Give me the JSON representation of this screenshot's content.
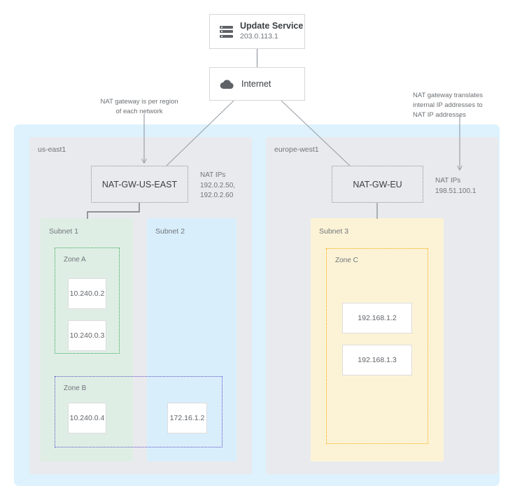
{
  "nodes": {
    "update_service": {
      "title": "Update Service",
      "ip": "203.0.113.1",
      "icon": "server-stack-icon"
    },
    "internet": {
      "title": "Internet",
      "icon": "cloud-icon"
    }
  },
  "annotations": {
    "left": "NAT gateway is per region of each network",
    "right": "NAT gateway translates internal IP addresses to NAT IP addresses"
  },
  "regions": [
    {
      "label": "us-east1",
      "gateway": {
        "name": "NAT-GW-US-EAST",
        "nat_ips_label": "NAT IPs",
        "nat_ips": "192.0.2.50, 192.0.2.60"
      }
    },
    {
      "label": "europe-west1",
      "gateway": {
        "name": "NAT-GW-EU",
        "nat_ips_label": "NAT IPs",
        "nat_ips": "198.51.100.1"
      }
    }
  ],
  "subnets": [
    {
      "label": "Subnet 1",
      "color": "#dfeee5"
    },
    {
      "label": "Subnet 2",
      "color": "#d9eefb"
    },
    {
      "label": "Subnet 3",
      "color": "#fcf3d7"
    }
  ],
  "zones": [
    {
      "label": "Zone A",
      "color": "#34a853"
    },
    {
      "label": "Zone B",
      "color": "#5b4fc7"
    },
    {
      "label": "Zone C",
      "color": "#f9ab00"
    }
  ],
  "vms": [
    {
      "ip": "10.240.0.2"
    },
    {
      "ip": "10.240.0.3"
    },
    {
      "ip": "10.240.0.4"
    },
    {
      "ip": "172.16.1.2"
    },
    {
      "ip": "192.168.1.2"
    },
    {
      "ip": "192.168.1.3"
    }
  ],
  "colors": {
    "network_background": "#ddf2fd",
    "region_background": "#e8eaed",
    "connector": "#9aa0a6",
    "text_primary": "#3c4043",
    "text_secondary": "#70757a"
  }
}
